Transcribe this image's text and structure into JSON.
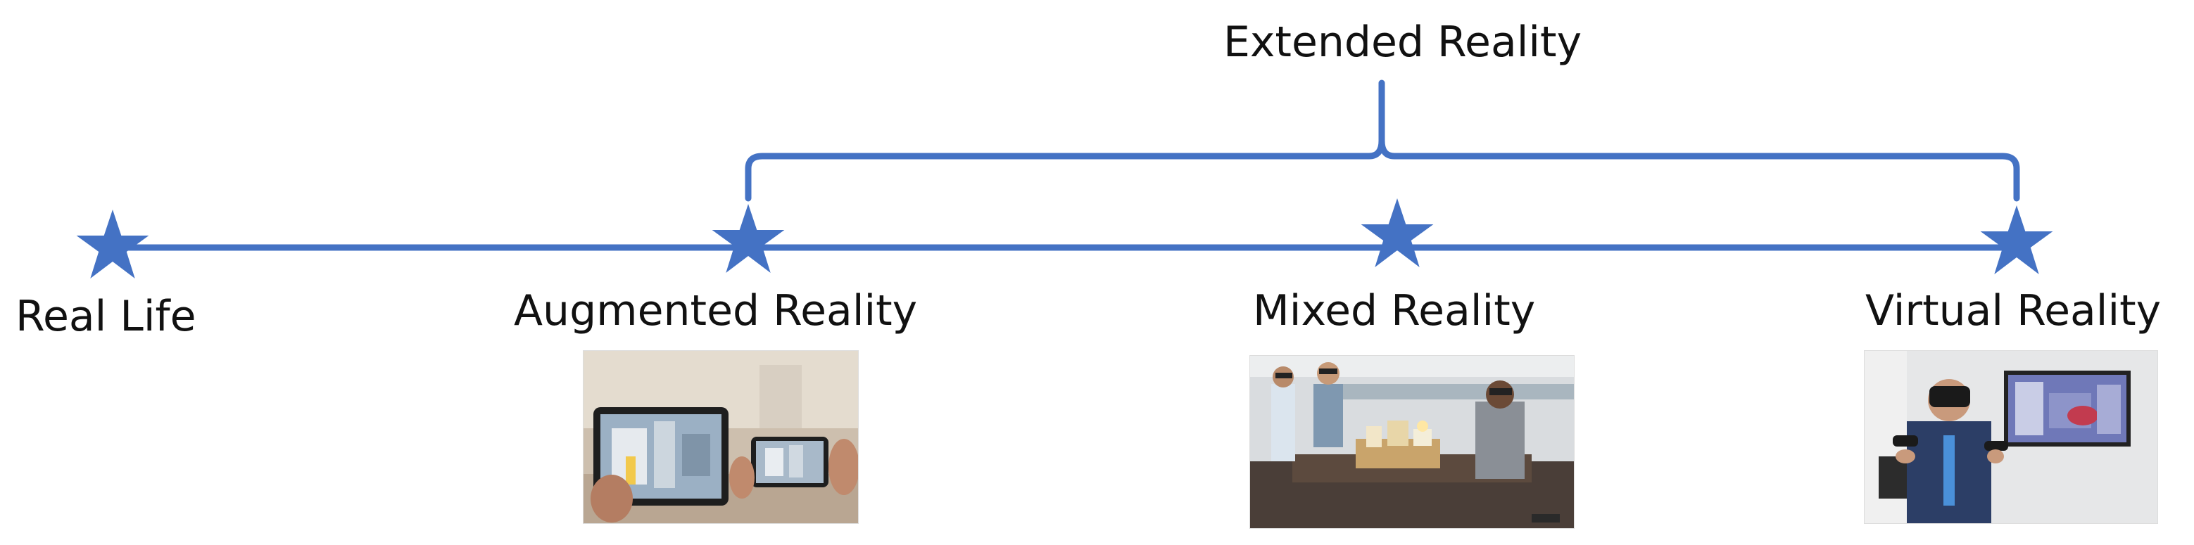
{
  "diagram": {
    "title": "Extended Reality",
    "line_color": "#4472c4",
    "nodes": [
      {
        "id": "real-life",
        "label": "Real Life",
        "has_image": false
      },
      {
        "id": "augmented-reality",
        "label": "Augmented Reality",
        "has_image": true,
        "image_subject": "person holding a tablet and a phone showing an AR view of a room"
      },
      {
        "id": "mixed-reality",
        "label": "Mixed Reality",
        "has_image": true,
        "image_subject": "people wearing HoloLens headsets around an architectural model"
      },
      {
        "id": "virtual-reality",
        "label": "Virtual Reality",
        "has_image": true,
        "image_subject": "man wearing a VR headset with controllers in front of a screen"
      }
    ],
    "brace_spans": [
      "augmented-reality",
      "virtual-reality"
    ]
  }
}
